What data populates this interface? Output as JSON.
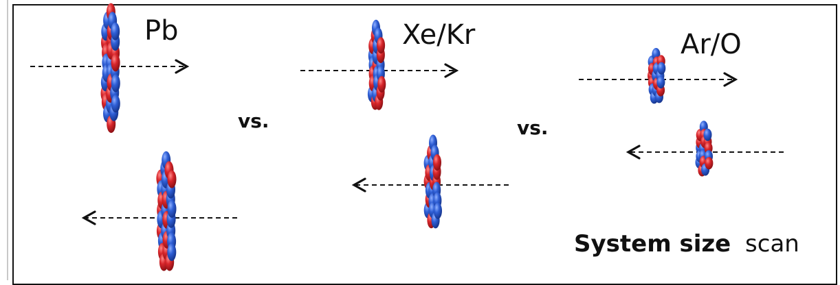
{
  "diagram": {
    "nuclei": [
      {
        "label": "Pb"
      },
      {
        "label": "Xe/Kr"
      },
      {
        "label": "Ar/O"
      }
    ],
    "separators": [
      "vs.",
      "vs."
    ],
    "caption": {
      "bold": "System size",
      "normal": "scan"
    }
  },
  "colors": {
    "proton": "#d8262b",
    "neutron": "#2f5fd6",
    "arrow": "#111111"
  }
}
